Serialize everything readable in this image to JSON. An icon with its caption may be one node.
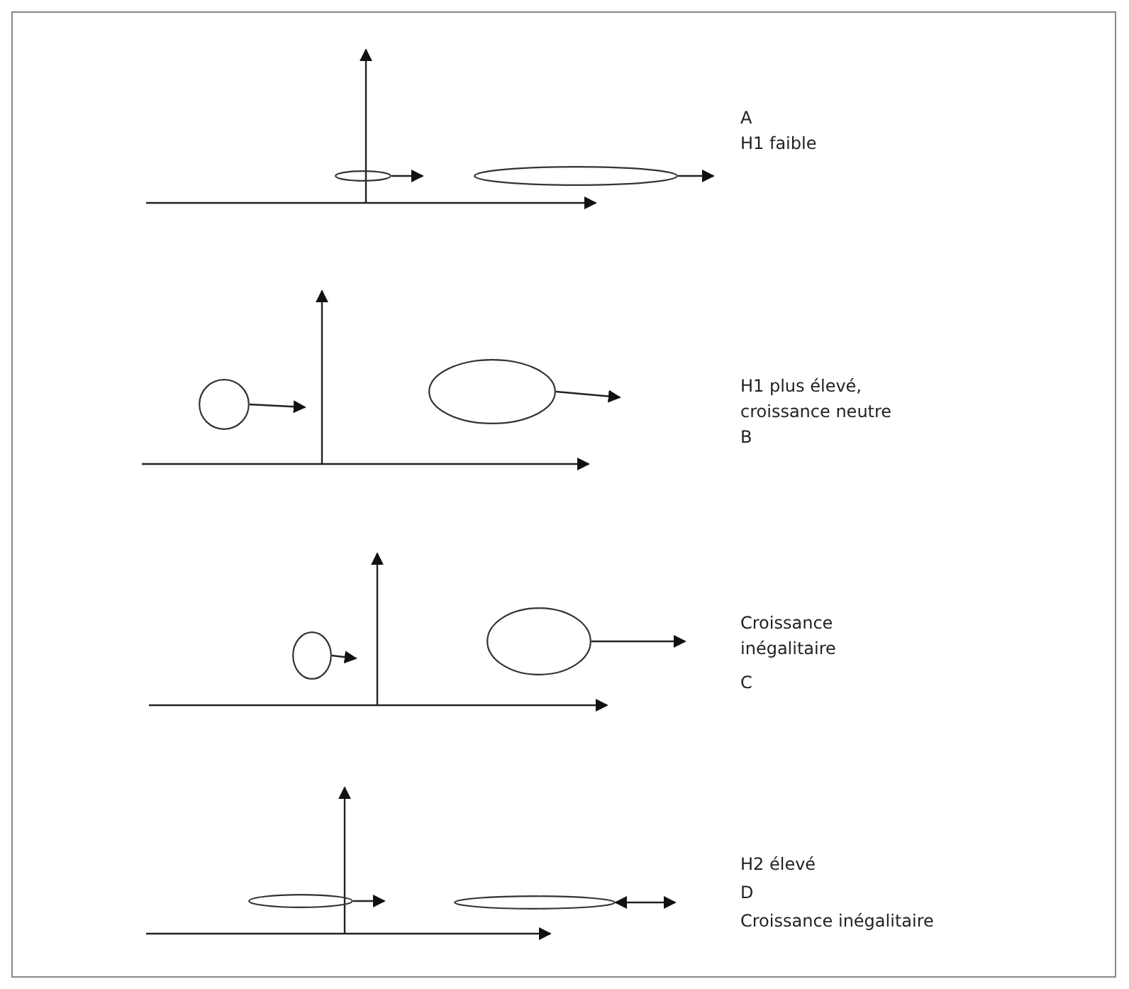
{
  "diagram": {
    "nodes": [
      {
        "text": [],
        "shape": "ellipse"
      },
      {
        "text": [],
        "shape": "ellipse"
      },
      {
        "text": [],
        "shape": "circle"
      },
      {
        "text": [],
        "shape": "ellipse"
      },
      {
        "text": [],
        "shape": "ellipse"
      },
      {
        "text": [],
        "shape": "ellipse"
      },
      {
        "text": [],
        "shape": "ellipse"
      },
      {
        "text": [],
        "shape": "ellipse"
      }
    ],
    "edges": [
      {
        "from": 0,
        "to": null,
        "arrow": "to"
      },
      {
        "from": 1,
        "to": null,
        "arrow": "to"
      },
      {
        "from": 2,
        "to": null,
        "arrow": "to"
      },
      {
        "from": 3,
        "to": null,
        "arrow": "to"
      },
      {
        "from": 4,
        "to": null,
        "arrow": "to"
      },
      {
        "from": 5,
        "to": null,
        "arrow": "to"
      },
      {
        "from": 6,
        "to": null,
        "arrow": "to"
      },
      {
        "from": 7,
        "to": null,
        "arrow": "both"
      }
    ],
    "labels": [
      "A",
      "H1 faible",
      "H1 plus élevé, croissance neutre",
      "B",
      "Croissance inégalitaire",
      "C",
      "H2 élevé",
      "D",
      "Croissance inégalitaire"
    ]
  }
}
